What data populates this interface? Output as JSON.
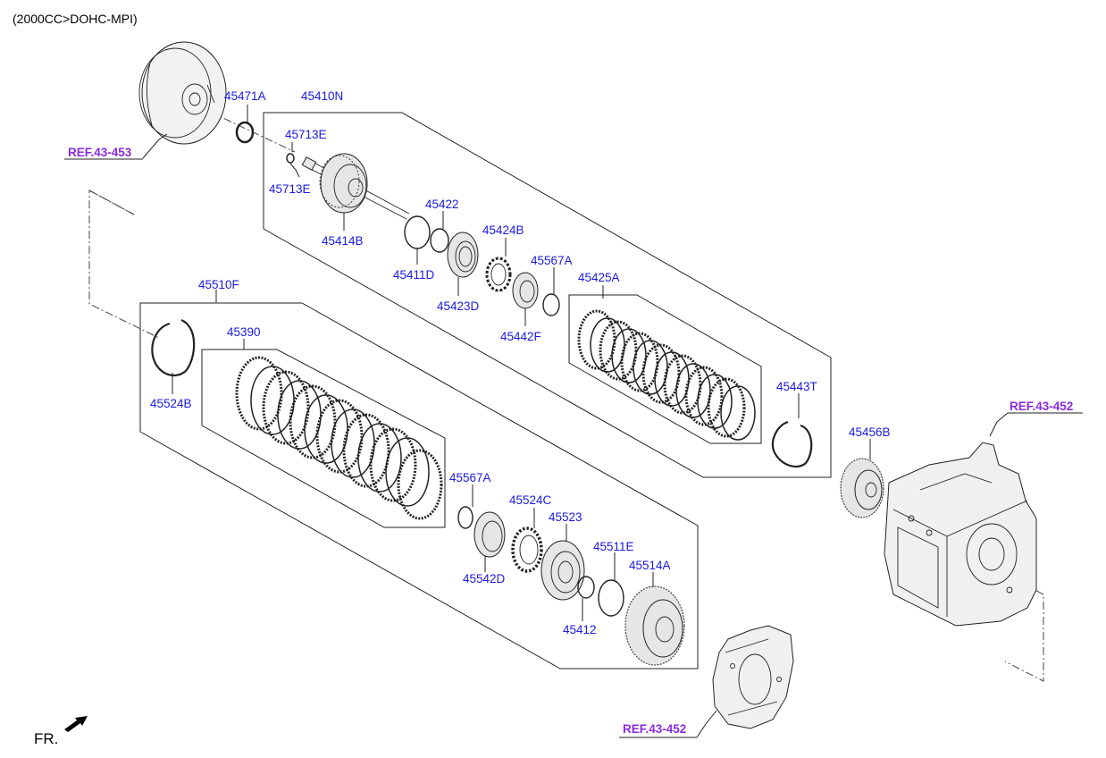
{
  "header": {
    "engine_spec": "(2000CC>DOHC-MPI)"
  },
  "footer": {
    "front_indicator": "FR."
  },
  "references": {
    "ref_top_left": "REF.43-453",
    "ref_right": "REF.43-452",
    "ref_bottom": "REF.43-452"
  },
  "parts": {
    "p45471A": "45471A",
    "p45410N": "45410N",
    "p45713E_top": "45713E",
    "p45713E_bottom": "45713E",
    "p45414B": "45414B",
    "p45422": "45422",
    "p45411D": "45411D",
    "p45424B": "45424B",
    "p45423D": "45423D",
    "p45567A_top": "45567A",
    "p45442F": "45442F",
    "p45425A": "45425A",
    "p45443T": "45443T",
    "p45510F": "45510F",
    "p45390": "45390",
    "p45524B": "45524B",
    "p45567A_bottom": "45567A",
    "p45524C": "45524C",
    "p45523": "45523",
    "p45542D": "45542D",
    "p45511E": "45511E",
    "p45514A": "45514A",
    "p45412": "45412",
    "p45456B": "45456B"
  },
  "colors": {
    "part_label": "#1a1ae6",
    "reference_label": "#8a2be2",
    "linework": "#222222"
  }
}
